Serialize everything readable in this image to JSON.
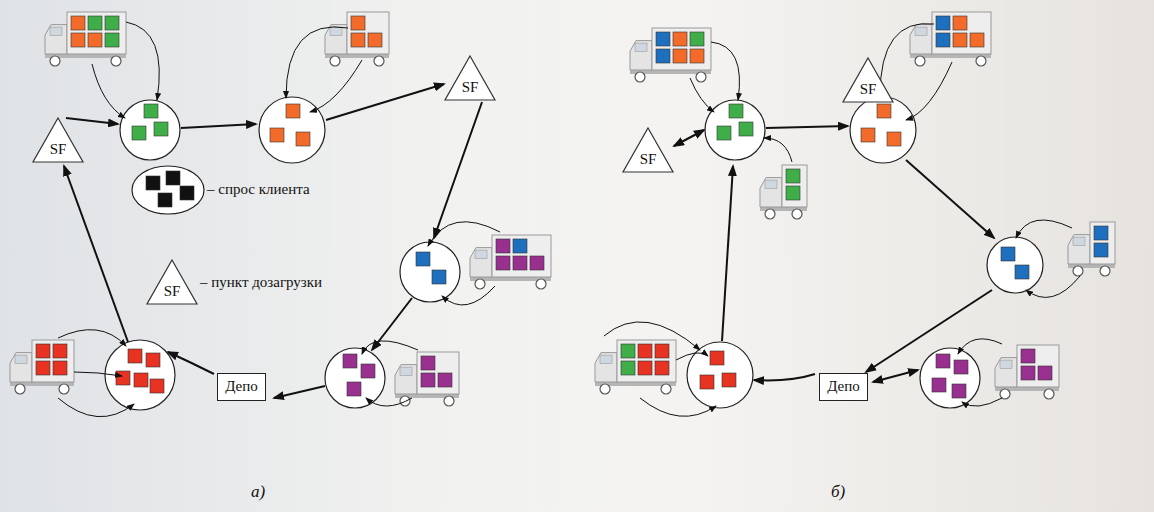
{
  "diagram": {
    "nodes": [
      {
        "text": [
          "SF"
        ]
      },
      {
        "text": [
          "SF"
        ]
      },
      {
        "text": [
          "SF"
        ]
      },
      {
        "text": [
          "Депо"
        ]
      },
      {
        "text": [
          "SF"
        ]
      },
      {
        "text": [
          "SF"
        ]
      },
      {
        "text": [
          "Депо"
        ]
      }
    ],
    "labels": [
      "а)",
      "б)"
    ],
    "legend": [
      {
        "text": "– спрос клиента"
      },
      {
        "text": "– пункт дозагрузки"
      }
    ]
  }
}
